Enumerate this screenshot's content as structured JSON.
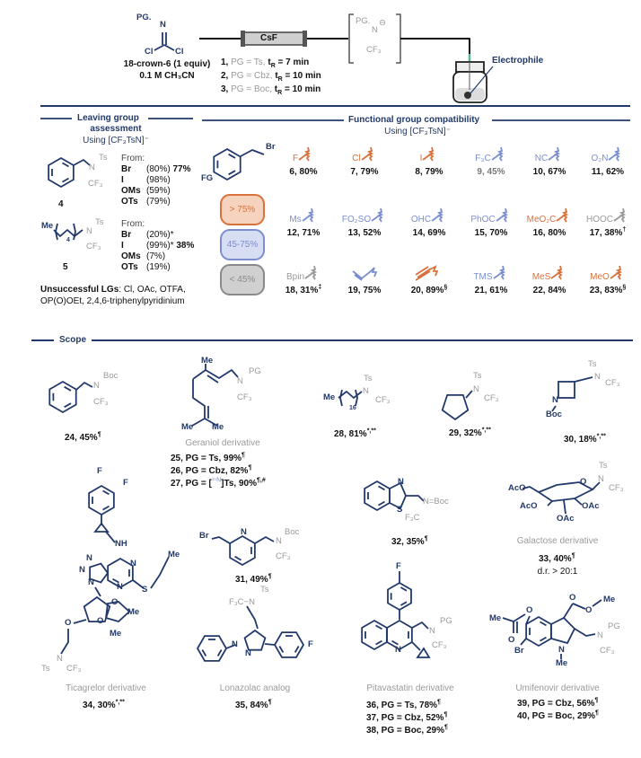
{
  "colors": {
    "navy": "#22396b",
    "gray": "#9a9a9a",
    "orange": "#d9713a",
    "blue": "#7b8fd0",
    "green": "#5bb3a0"
  },
  "atoms": {
    "N": "N",
    "Ts": "Ts",
    "CF3": "CF₃",
    "F3C": "F₃C",
    "Boc": "Boc",
    "PG": "PG",
    "Me": "Me",
    "F": "F",
    "Br": "Br",
    "Cl": "Cl",
    "O": "O",
    "S": "S",
    "NH": "NH",
    "AcO": "AcO",
    "OAc": "OAc",
    "NBoc": "N=Boc",
    "F3CN": "F₃C−N",
    "anion": "⊖",
    "FG": "FG",
    "sixteen": "16",
    "four": "4",
    "PGdot": "PG."
  },
  "header": {
    "conditions": [
      "18-crown-6 (1 equiv)",
      "0.1 M CH₃CN"
    ],
    "cartridge": "CsF",
    "electrophile": "Electrophile",
    "reagents": [
      {
        "num": "1,",
        "pg": "PG = Ts,",
        "t": "t",
        "sub": "R",
        "time": " = 7 min"
      },
      {
        "num": "2,",
        "pg": "PG = Cbz,",
        "t": "t",
        "sub": "R",
        "time": " = 10 min"
      },
      {
        "num": "3,",
        "pg": "PG = Boc,",
        "t": "t",
        "sub": "R",
        "time": " = 10 min"
      }
    ]
  },
  "lg": {
    "title1": "Leaving group",
    "title2": "assessment",
    "using": "Using [CF₃TsN]⁻",
    "from": "From:",
    "cmpd4": {
      "label": "4",
      "rows": [
        {
          "lg": "Br",
          "conv": "(80%)",
          "yield": "77%"
        },
        {
          "lg": "I",
          "conv": "(98%)",
          "yield": ""
        },
        {
          "lg": "OMs",
          "conv": "(59%)",
          "yield": ""
        },
        {
          "lg": "OTs",
          "conv": "(79%)",
          "yield": ""
        }
      ]
    },
    "cmpd5": {
      "label": "5",
      "rows": [
        {
          "lg": "Br",
          "conv": "(20%)*",
          "yield": ""
        },
        {
          "lg": "I",
          "conv": "(99%)*",
          "yield": "38%"
        },
        {
          "lg": "OMs",
          "conv": "(7%)",
          "yield": ""
        },
        {
          "lg": "OTs",
          "conv": "(19%)",
          "yield": ""
        }
      ]
    },
    "unsuccessful_label": "Unsuccessful LGs",
    "unsuccessful_1": ": Cl, OAc, OTFA,",
    "unsuccessful_2": "OP(O)OEt, 2,4,6-triphenylpyridinium"
  },
  "fg": {
    "title": "Functional group compatibility",
    "using": "Using [CF₃TsN]⁻",
    "legend": [
      {
        "label": "> 75%",
        "fill": "#f6d3bf",
        "border": "#d9713a",
        "text": "#d9713a"
      },
      {
        "label": "45-75%",
        "fill": "#d7def4",
        "border": "#7b8fd0",
        "text": "#7b8fd0"
      },
      {
        "label": "< 45%",
        "fill": "#d0d0d0",
        "border": "#8a8a8a",
        "text": "#8a8a8a"
      }
    ],
    "items": [
      {
        "group": "F",
        "tier": "high",
        "num": "6",
        "yield": "80%",
        "note": ""
      },
      {
        "group": "Cl",
        "tier": "high",
        "num": "7",
        "yield": "79%",
        "note": ""
      },
      {
        "group": "I",
        "tier": "high",
        "num": "8",
        "yield": "79%",
        "note": ""
      },
      {
        "group": "F₃C",
        "tier": "mid",
        "num": "9",
        "yield": "45%",
        "note": ""
      },
      {
        "group": "NC",
        "tier": "mid",
        "num": "10",
        "yield": "67%",
        "note": ""
      },
      {
        "group": "O₂N",
        "tier": "mid",
        "num": "11",
        "yield": "62%",
        "note": ""
      },
      {
        "group": "Ms",
        "tier": "mid",
        "num": "12",
        "yield": "71%",
        "note": ""
      },
      {
        "group": "FO₂SO",
        "tier": "mid",
        "num": "13",
        "yield": "52%",
        "note": ""
      },
      {
        "group": "OHC",
        "tier": "mid",
        "num": "14",
        "yield": "69%",
        "note": ""
      },
      {
        "group": "PhOC",
        "tier": "mid",
        "num": "15",
        "yield": "70%",
        "note": ""
      },
      {
        "group": "MeO₂C",
        "tier": "high",
        "num": "16",
        "yield": "80%",
        "note": ""
      },
      {
        "group": "HOOC",
        "tier": "low",
        "num": "17",
        "yield": "38%",
        "note": "†"
      },
      {
        "group": "Bpin",
        "tier": "low",
        "num": "18",
        "yield": "31%",
        "note": "‡"
      },
      {
        "group": "",
        "tier": "mid",
        "shape": "vinyl",
        "num": "19",
        "yield": "75%",
        "note": ""
      },
      {
        "group": "",
        "tier": "high",
        "shape": "alkyne",
        "num": "20",
        "yield": "89%",
        "note": "§"
      },
      {
        "group": "TMS",
        "tier": "mid",
        "num": "21",
        "yield": "61%",
        "note": ""
      },
      {
        "group": "MeS",
        "tier": "high",
        "num": "22",
        "yield": "84%",
        "note": ""
      },
      {
        "group": "MeO",
        "tier": "high",
        "num": "23",
        "yield": "83%",
        "note": "§"
      }
    ]
  },
  "scope": {
    "title": "Scope",
    "c24": {
      "label": "24, 45%",
      "note": "¶"
    },
    "geraniol": {
      "caption": "Geraniol derivative",
      "entries": [
        {
          "pre": "25, PG = Ts, 99%",
          "iso": "",
          "post": "",
          "note": "¶"
        },
        {
          "pre": "26, PG = Cbz, 82%",
          "iso": "",
          "post": "",
          "note": "¶"
        },
        {
          "pre": "27, PG = [",
          "iso": "¹⁵N",
          "post": "]Ts, 90%",
          "note": "¶,#"
        }
      ]
    },
    "c28": {
      "label": "28, 81%",
      "note": "*,**"
    },
    "c29": {
      "label": "29, 32%",
      "note": "*,**"
    },
    "c30": {
      "label": "30, 18%",
      "note": "*,**"
    },
    "c31": {
      "label": "31, 49%",
      "note": "¶"
    },
    "c32": {
      "label": "32, 35%",
      "note": "¶"
    },
    "galactose": {
      "caption": "Galactose derivative",
      "label": "33, 40%",
      "note": "¶",
      "dr": "d.r. > 20:1"
    },
    "ticagrelor": {
      "caption": "Ticagrelor derivative",
      "label": "34, 30%",
      "note": "*,**"
    },
    "lonazolac": {
      "caption": "Lonazolac analog",
      "label": "35, 84%",
      "note": "¶"
    },
    "pitavastatin": {
      "caption": "Pitavastatin derivative",
      "entries": [
        {
          "text": "36, PG = Ts, 78%",
          "note": "¶"
        },
        {
          "text": "37, PG = Cbz, 52%",
          "note": "¶"
        },
        {
          "text": "38, PG = Boc, 29%",
          "note": "¶"
        }
      ]
    },
    "umifenovir": {
      "caption": "Umifenovir derivative",
      "entries": [
        {
          "text": "39, PG = Cbz, 56%",
          "note": "¶"
        },
        {
          "text": "40, PG = Boc, 29%",
          "note": "¶"
        }
      ]
    }
  }
}
